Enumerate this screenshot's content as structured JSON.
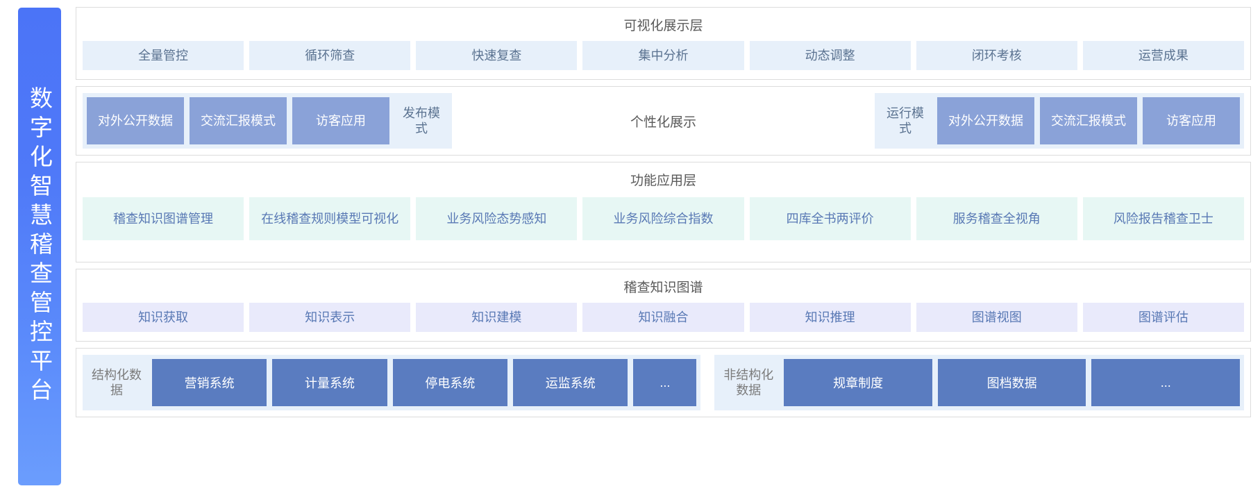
{
  "banner": {
    "title": "数字化智慧稽查管控平台"
  },
  "colors": {
    "banner_start": "#4b74f7",
    "banner_end": "#6b9dfd",
    "visual_chip_bg": "#e7f0fa",
    "visual_chip_text": "#5a7290",
    "solid_chip_bg": "#8aa2d8",
    "function_chip_bg": "#e7f7f4",
    "function_chip_text": "#5878b4",
    "kg_chip_bg": "#e9eafb",
    "kg_chip_text": "#5878b4",
    "data_box_bg": "#5a7cc0",
    "layer_border": "#dcdcdc"
  },
  "layers": {
    "visual": {
      "title": "可视化展示层",
      "items": [
        "全量管控",
        "循环筛查",
        "快速复查",
        "集中分析",
        "动态调整",
        "闭环考核",
        "运营成果"
      ]
    },
    "personalized": {
      "title": "个性化展示",
      "left_items": [
        {
          "label": "对外公开数据",
          "style": "solid"
        },
        {
          "label": "交流汇报模式",
          "style": "solid"
        },
        {
          "label": "访客应用",
          "style": "solid"
        },
        {
          "label": "发布模式",
          "style": "ghost"
        }
      ],
      "right_items": [
        {
          "label": "运行模式",
          "style": "ghost"
        },
        {
          "label": "对外公开数据",
          "style": "solid"
        },
        {
          "label": "交流汇报模式",
          "style": "solid"
        },
        {
          "label": "访客应用",
          "style": "solid"
        }
      ]
    },
    "function": {
      "title": "功能应用层",
      "items": [
        "稽查知识图谱管理",
        "在线稽查规则模型可视化",
        "业务风险态势感知",
        "业务风险综合指数",
        "四库全书两评价",
        "服务稽查全视角",
        "风险报告稽查卫士"
      ]
    },
    "knowledge_graph": {
      "title": "稽查知识图谱",
      "items": [
        "知识获取",
        "知识表示",
        "知识建模",
        "知识融合",
        "知识推理",
        "图谱视图",
        "图谱评估"
      ]
    },
    "data": {
      "structured": {
        "label": "结构化数据",
        "items": [
          "营销系统",
          "计量系统",
          "停电系统",
          "运监系统",
          "..."
        ]
      },
      "unstructured": {
        "label": "非结构化数据",
        "items": [
          "规章制度",
          "图档数据",
          "..."
        ]
      }
    }
  }
}
